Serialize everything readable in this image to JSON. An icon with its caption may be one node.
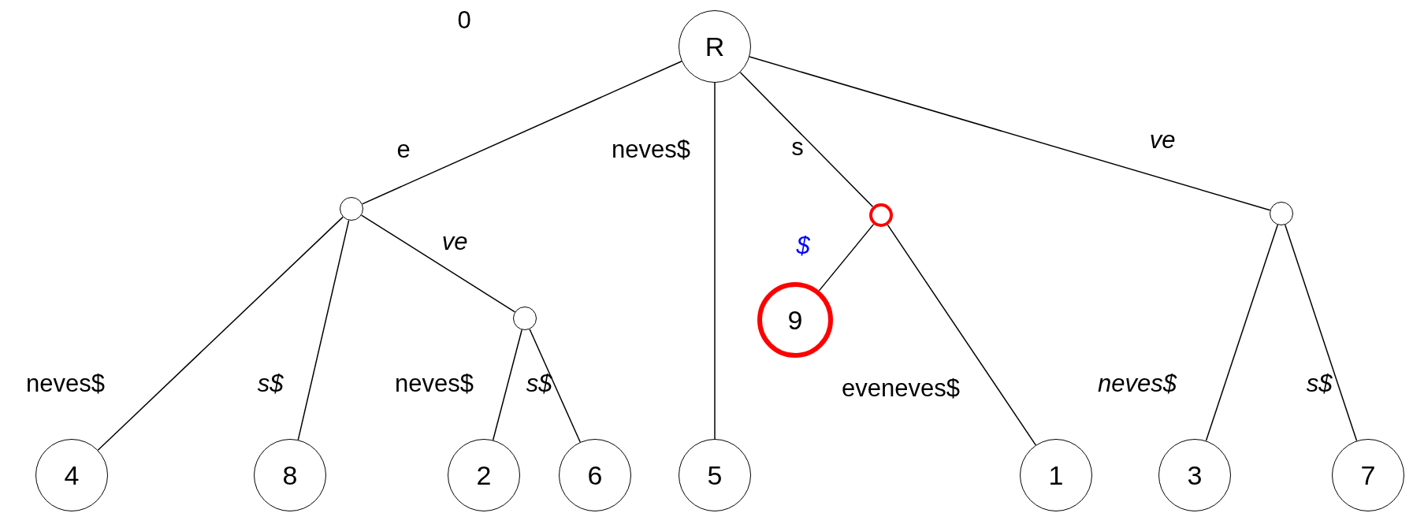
{
  "diagram": {
    "nodes": [
      {
        "text": [
          "R"
        ]
      },
      {
        "text": [],
        "shape": "circle"
      },
      {
        "text": [],
        "shape": "circle"
      },
      {
        "text": [],
        "shape": "circle"
      },
      {
        "text": [],
        "shape": "circle"
      },
      {
        "text": [
          "9"
        ]
      },
      {
        "text": [
          "4"
        ]
      },
      {
        "text": [
          "8"
        ]
      },
      {
        "text": [
          "2"
        ]
      },
      {
        "text": [
          "6"
        ]
      },
      {
        "text": [
          "5"
        ]
      },
      {
        "text": [
          "1"
        ]
      },
      {
        "text": [
          "3"
        ]
      },
      {
        "text": [
          "7"
        ]
      }
    ],
    "edges": [
      {
        "from": 0,
        "to": 1,
        "arrow": "none",
        "label": "e"
      },
      {
        "from": 0,
        "to": 10,
        "arrow": "none",
        "label": "neves$"
      },
      {
        "from": 0,
        "to": 2,
        "arrow": "none",
        "label": "s"
      },
      {
        "from": 0,
        "to": 3,
        "arrow": "none",
        "label": "ve"
      },
      {
        "from": 1,
        "to": 6,
        "arrow": "none",
        "label": "neves$"
      },
      {
        "from": 1,
        "to": 7,
        "arrow": "none",
        "label": "s$"
      },
      {
        "from": 1,
        "to": 4,
        "arrow": "none",
        "label": "ve"
      },
      {
        "from": 4,
        "to": 8,
        "arrow": "none",
        "label": "neves$"
      },
      {
        "from": 4,
        "to": 9,
        "arrow": "none",
        "label": "s$"
      },
      {
        "from": 2,
        "to": 5,
        "arrow": "none",
        "label": "$"
      },
      {
        "from": 2,
        "to": 11,
        "arrow": "none",
        "label": "eveneves$"
      },
      {
        "from": 3,
        "to": 12,
        "arrow": "none",
        "label": "neves$"
      },
      {
        "from": 3,
        "to": 13,
        "arrow": "none",
        "label": "s$"
      }
    ],
    "labels": [
      "0"
    ]
  }
}
